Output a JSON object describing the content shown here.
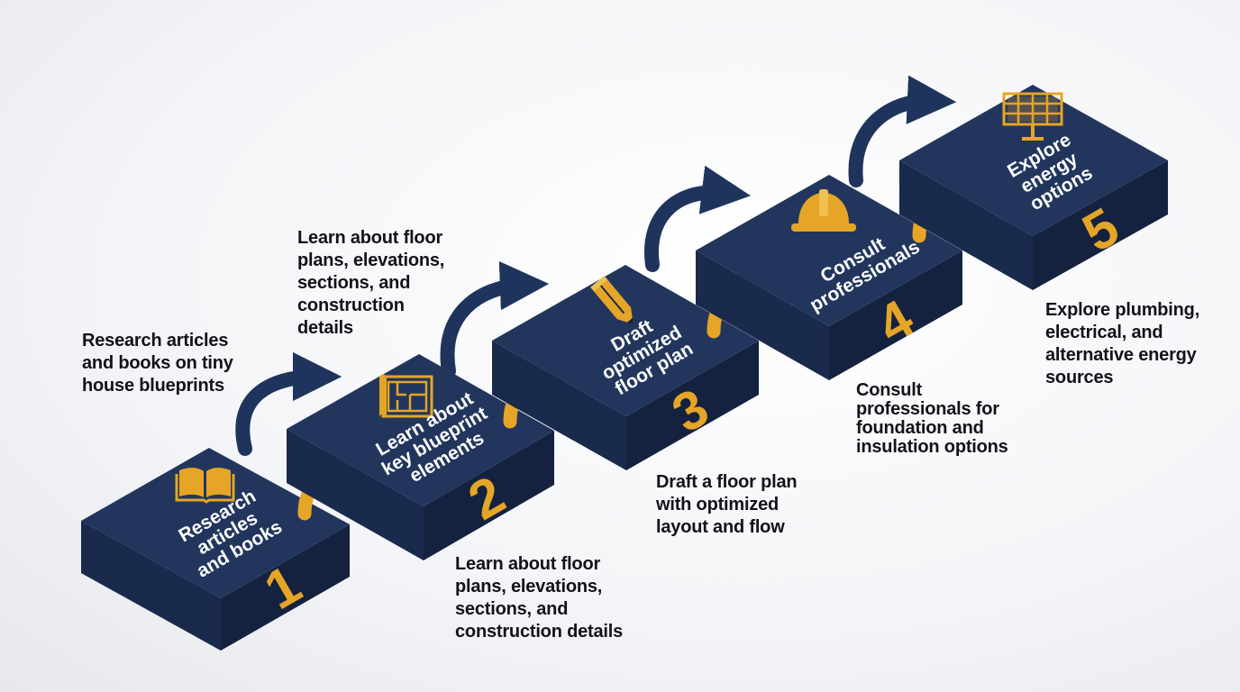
{
  "steps": [
    {
      "number": "1",
      "icon": "book-icon",
      "cube_label": [
        "Research",
        "articles",
        "and books"
      ],
      "description": [
        "Research articles",
        "and books on tiny",
        "house blueprints"
      ]
    },
    {
      "number": "2",
      "icon": "blueprint-icon",
      "cube_label": [
        "Learn about",
        "key blueprint",
        "elements"
      ],
      "description": [
        "Learn about floor",
        "plans, elevations,",
        "sections, and",
        "construction details"
      ],
      "description_top": [
        "Learn about floor",
        "plans, elevations,",
        "sections, and",
        "construction",
        "details"
      ]
    },
    {
      "number": "3",
      "icon": "pencil-icon",
      "cube_label": [
        "Draft",
        "optimized",
        "floor plan"
      ],
      "description": [
        "Draft a floor plan",
        "with optimized",
        "layout and flow"
      ]
    },
    {
      "number": "4",
      "icon": "hard-hat-icon",
      "cube_label": [
        "Consult",
        "professionals"
      ],
      "description": [
        "Consult",
        "professionals for",
        "foundation and",
        "insulation options"
      ]
    },
    {
      "number": "5",
      "icon": "solar-panel-icon",
      "cube_label": [
        "Explore",
        "energy",
        "options"
      ],
      "description": [
        "Explore plumbing,",
        "electrical, and",
        "alternative energy",
        "sources"
      ]
    }
  ],
  "colors": {
    "cube_top": "#22365d",
    "cube_left": "#1a2a4c",
    "cube_right": "#14223f",
    "accent_gold": "#e5a526",
    "arrow_navy": "#1f345c",
    "text": "#111318",
    "background": "#f3f4f7"
  }
}
